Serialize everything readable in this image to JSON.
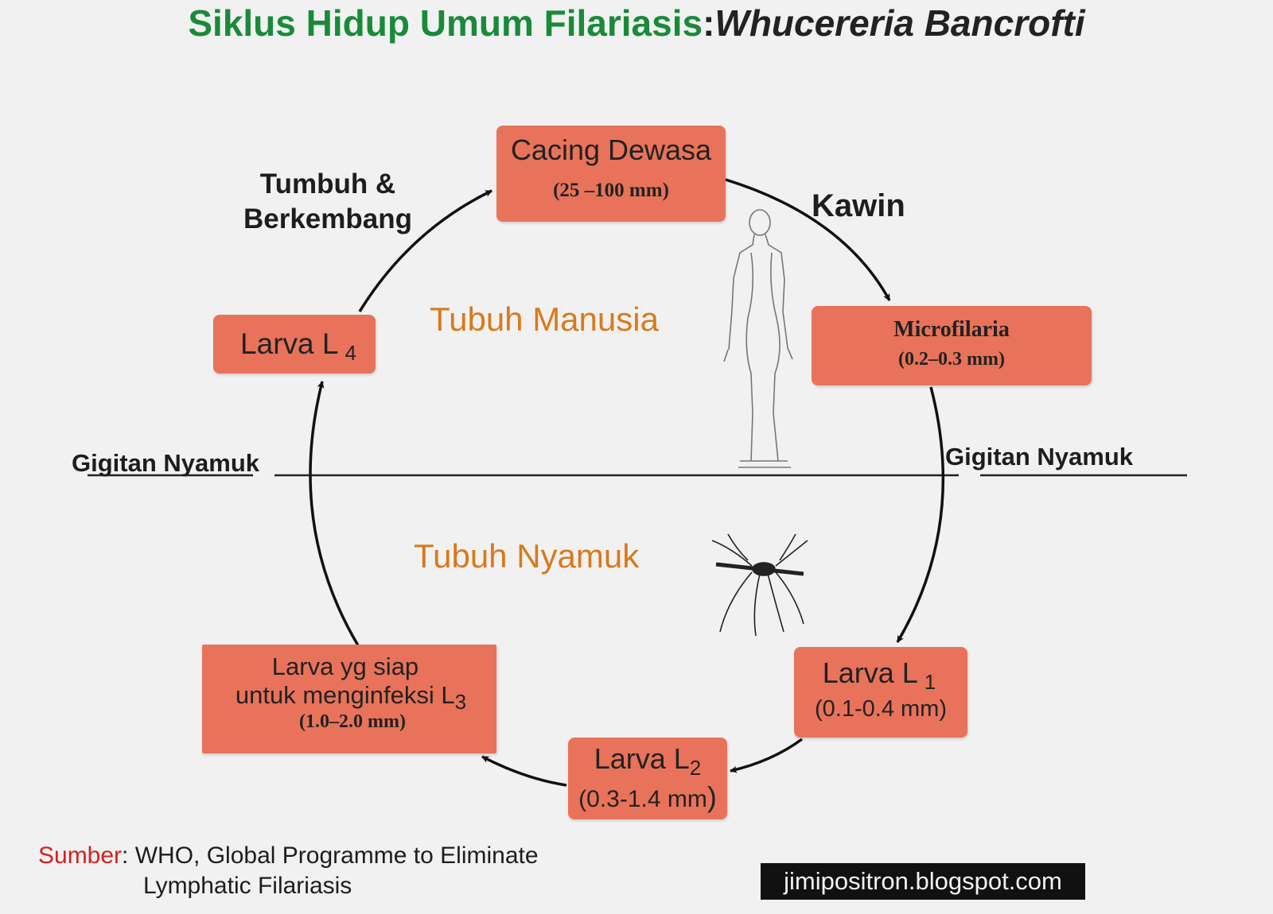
{
  "title": {
    "main": "Siklus Hidup Umum Filariasis",
    "separator": ":",
    "species": "Whucereria Bancrofti"
  },
  "stages": {
    "adult": {
      "name": "Cacing Dewasa",
      "size": "(25 –100 mm)"
    },
    "microfilaria": {
      "name": "Microfilaria",
      "size": "(0.2–0.3 mm)"
    },
    "l1": {
      "name": "Larva L",
      "sub": "1",
      "size": "(0.1-0.4 mm)"
    },
    "l2": {
      "name": "Larva L",
      "sub": "2",
      "size": "(0.3-1.4 mm",
      "close": ")"
    },
    "l3": {
      "line1": "Larva yg siap",
      "line2": "untuk menginfeksi L",
      "sub": "3",
      "size": "(1.0–2.0 mm)"
    },
    "l4": {
      "name": "Larva L",
      "sub": "4"
    }
  },
  "labels": {
    "grow_line1": "Tumbuh &",
    "grow_line2": "Berkembang",
    "mate": "Kawin",
    "bite_left": "Gigitan Nyamuk",
    "bite_right": "Gigitan Nyamuk",
    "human_body": "Tubuh Manusia",
    "mosquito_body": "Tubuh Nyamuk"
  },
  "source": {
    "key": "Sumber",
    "sep": ":",
    "line1": " WHO, Global Programme to Eliminate",
    "line2": "Lymphatic Filariasis"
  },
  "watermark": "jimipositron.blogspot.com",
  "colors": {
    "title_green": "#1a8a3a",
    "box_fill": "#e8735a",
    "region_text": "#d87a1c",
    "source_red": "#d42020",
    "background": "#f1f1f1"
  },
  "icons": [
    "human-figure-icon",
    "mosquito-icon"
  ]
}
